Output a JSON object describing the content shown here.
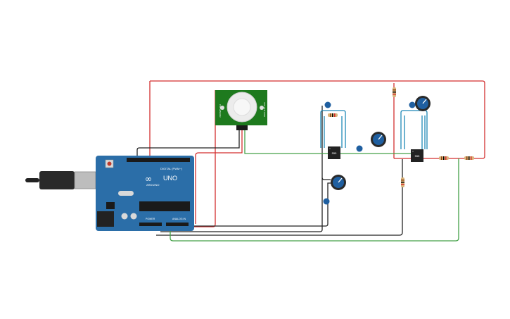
{
  "board": {
    "name": "UNO",
    "brand": "ARDUINO",
    "digital_label": "DIGITAL (PWM~)",
    "analog_label": "ANALOG IN",
    "power_label": "POWER",
    "color": "#2b6ea8"
  },
  "sensor": {
    "left_label": "PIR SENSOR",
    "right_label": "VCC OUT GND",
    "board_color": "#1e7a1e"
  },
  "colors": {
    "wire_red": "#d32f2f",
    "wire_black": "#222222",
    "wire_green": "#43a047",
    "wire_cyan": "#1e88b7",
    "pot": "#1f5fa0"
  },
  "components": {
    "ic1": "555",
    "ic2": "555"
  }
}
